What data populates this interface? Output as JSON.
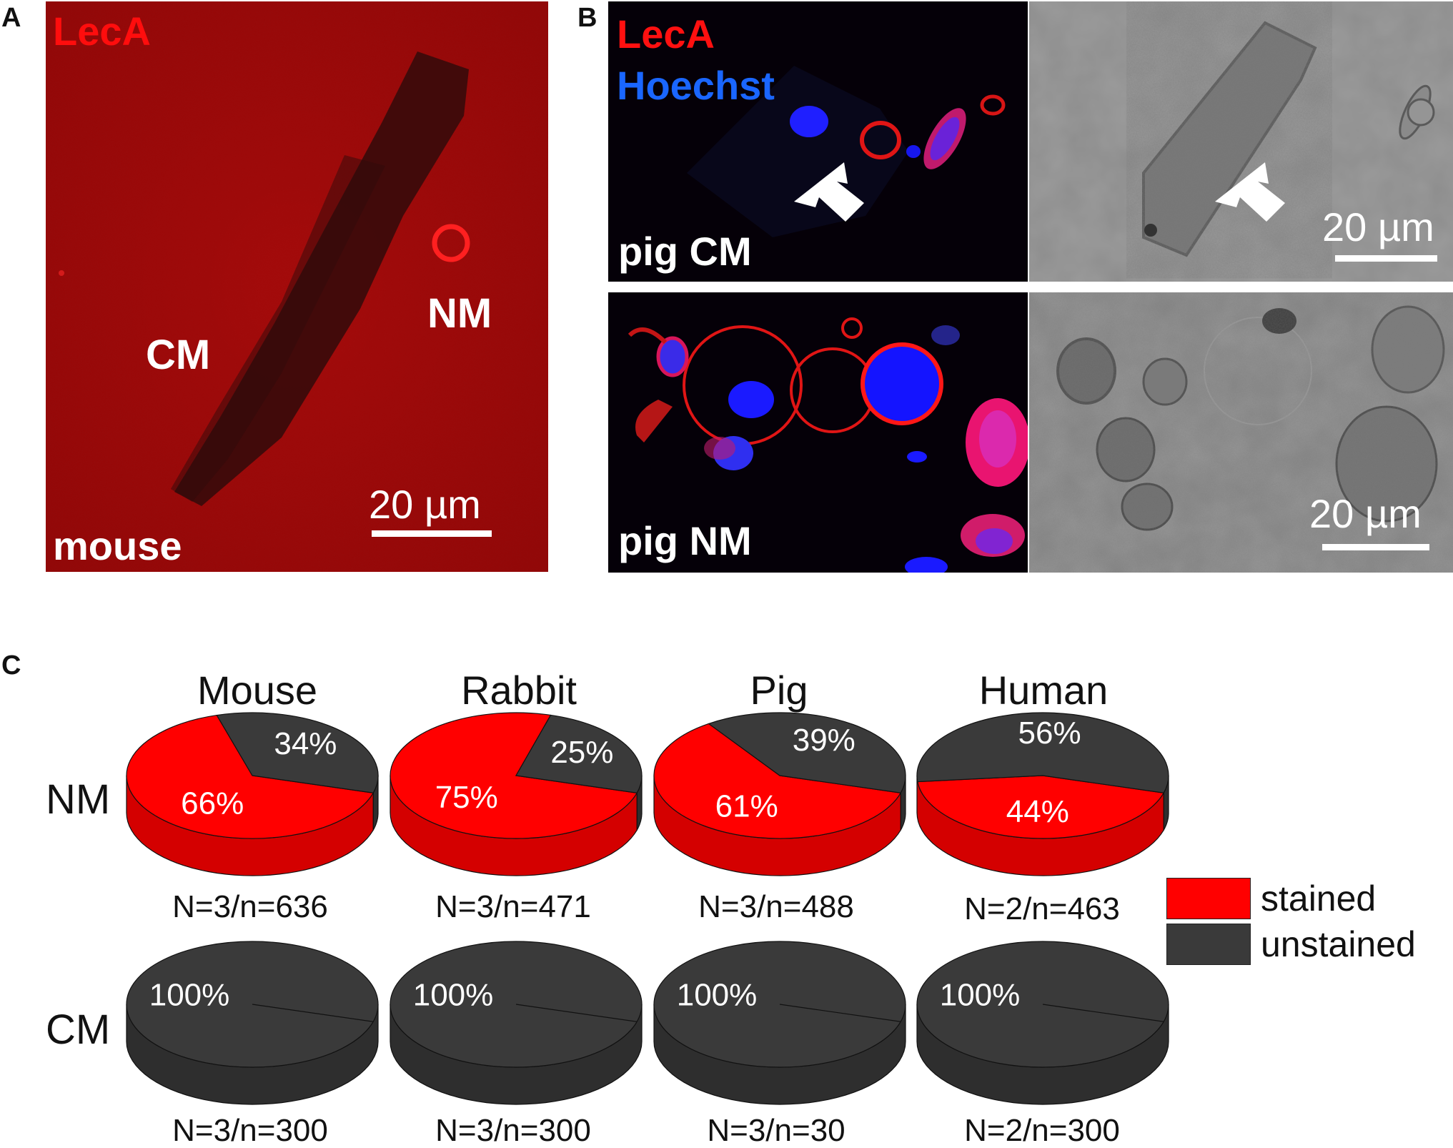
{
  "panels": {
    "a": {
      "letter": "A",
      "stain_label": "LecA",
      "cm_label": "CM",
      "nm_label": "NM",
      "species_label": "mouse",
      "scale": "20 µm"
    },
    "b": {
      "letter": "B",
      "stain_label_1": "LecA",
      "stain_label_2": "Hoechst",
      "top_label": "pig CM",
      "bottom_label": "pig NM",
      "scale_top": "20 µm",
      "scale_bottom": "20 µm"
    },
    "c": {
      "letter": "C"
    }
  },
  "colors": {
    "stained": "#ff0000",
    "unstained": "#3a3a3a",
    "red_bg": "#9e0c0c",
    "blue_nucleus": "#1a1aff"
  },
  "chart_data": {
    "type": "pie",
    "columns": [
      "Mouse",
      "Rabbit",
      "Pig",
      "Human"
    ],
    "rows": [
      "NM",
      "CM"
    ],
    "legend": {
      "stained": "stained",
      "unstained": "unstained",
      "placement": "right"
    },
    "pies": [
      {
        "row": "NM",
        "column": "Mouse",
        "stained": 66,
        "unstained": 34,
        "stained_label": "66%",
        "unstained_label": "34%",
        "n_label": "N=3/n=636"
      },
      {
        "row": "NM",
        "column": "Rabbit",
        "stained": 75,
        "unstained": 25,
        "stained_label": "75%",
        "unstained_label": "25%",
        "n_label": "N=3/n=471"
      },
      {
        "row": "NM",
        "column": "Pig",
        "stained": 61,
        "unstained": 39,
        "stained_label": "61%",
        "unstained_label": "39%",
        "n_label": "N=3/n=488"
      },
      {
        "row": "NM",
        "column": "Human",
        "stained": 44,
        "unstained": 56,
        "stained_label": "44%",
        "unstained_label": "56%",
        "n_label": "N=2/n=463"
      },
      {
        "row": "CM",
        "column": "Mouse",
        "stained": 0,
        "unstained": 100,
        "stained_label": "",
        "unstained_label": "100%",
        "n_label": "N=3/n=300"
      },
      {
        "row": "CM",
        "column": "Rabbit",
        "stained": 0,
        "unstained": 100,
        "stained_label": "",
        "unstained_label": "100%",
        "n_label": "N=3/n=300"
      },
      {
        "row": "CM",
        "column": "Pig",
        "stained": 0,
        "unstained": 100,
        "stained_label": "",
        "unstained_label": "100%",
        "n_label": "N=3/n=30"
      },
      {
        "row": "CM",
        "column": "Human",
        "stained": 0,
        "unstained": 100,
        "stained_label": "",
        "unstained_label": "100%",
        "n_label": "N=2/n=300"
      }
    ]
  }
}
